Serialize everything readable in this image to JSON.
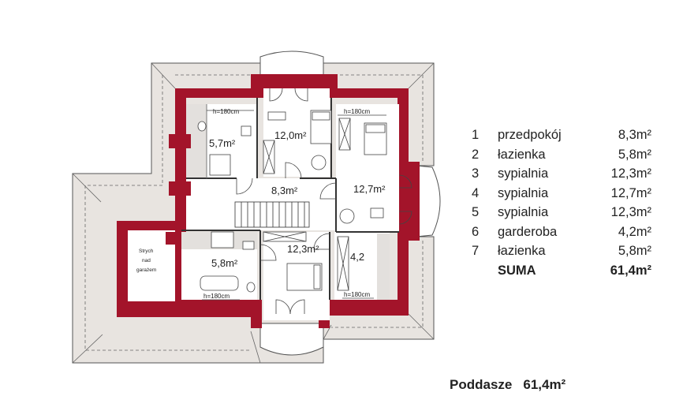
{
  "floor_plan": {
    "room_areas": {
      "bedroom_top": "12,0m²",
      "bath_top": "5,7m²",
      "hall": "8,3m²",
      "bedroom_right": "12,7m²",
      "bath_bottom": "5,8m²",
      "bedroom_bottom": "12,3m²",
      "wardrobe": "4,2"
    },
    "height_note": "h=180cm",
    "attic_label": [
      "Strych",
      "nad",
      "garażem"
    ]
  },
  "legend": {
    "rows": [
      {
        "num": "1",
        "name": "przedpokój",
        "area": "8,3m²"
      },
      {
        "num": "2",
        "name": "łazienka",
        "area": "5,8m²"
      },
      {
        "num": "3",
        "name": "sypialnia",
        "area": "12,3m²"
      },
      {
        "num": "4",
        "name": "sypialnia",
        "area": "12,7m²"
      },
      {
        "num": "5",
        "name": "sypialnia",
        "area": "12,3m²"
      },
      {
        "num": "6",
        "name": "garderoba",
        "area": "4,2m²"
      },
      {
        "num": "7",
        "name": "łazienka",
        "area": "5,8m²"
      }
    ],
    "total": {
      "label": "SUMA",
      "area": "61,4m²"
    }
  },
  "caption": {
    "label": "Poddasze",
    "area": "61,4m²"
  },
  "colors": {
    "wall": "#a3142a",
    "roof": "#e8e4e0",
    "roof_line": "#5a5a5a",
    "floor": "#ffffff"
  }
}
